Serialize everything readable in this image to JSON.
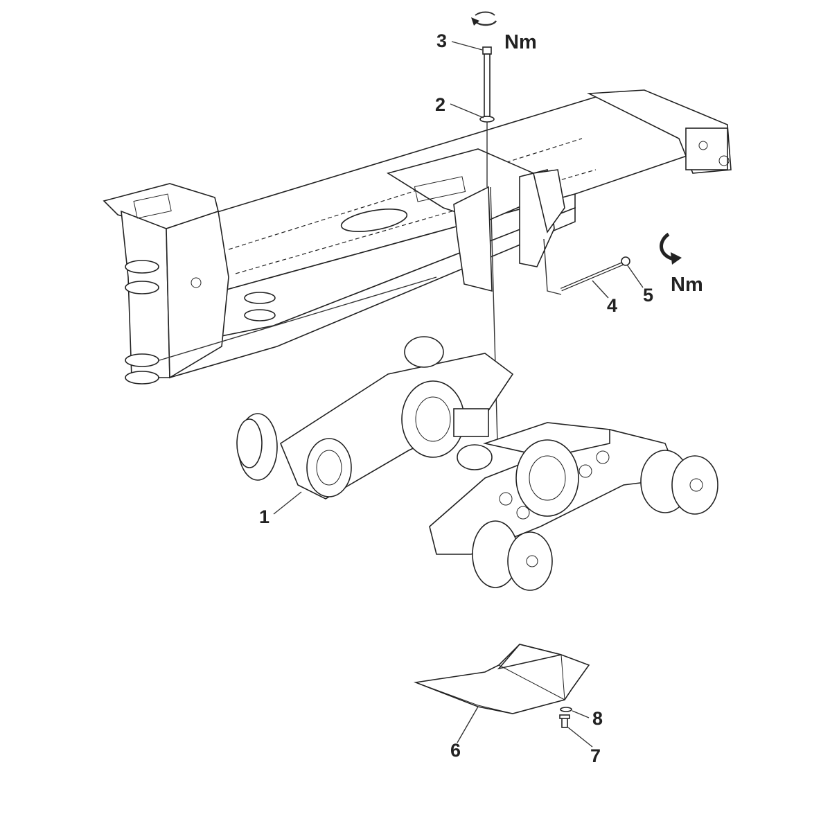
{
  "callouts": {
    "c1": "1",
    "c2": "2",
    "c3": "3",
    "c4": "4",
    "c5": "5",
    "c6": "6",
    "c7": "7",
    "c8": "8"
  },
  "torque": {
    "top_unit": "Nm",
    "right_unit": "Nm"
  },
  "icons": {
    "rotation_top": "rotate-arrow-icon",
    "rotation_right": "rotate-arrow-icon"
  },
  "colors": {
    "line": "#222222",
    "background": "#ffffff"
  }
}
